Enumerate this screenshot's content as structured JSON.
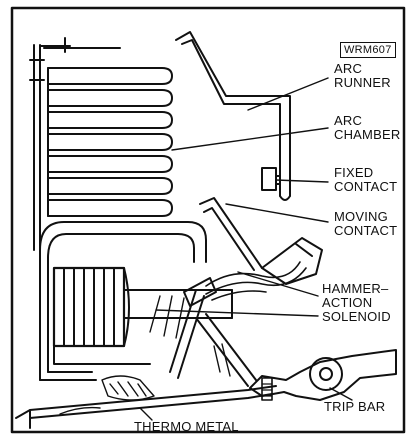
{
  "figure_code": "WRM607",
  "colors": {
    "ink": "#111111",
    "paper": "#ffffff"
  },
  "labels": {
    "arc_runner": [
      "ARC",
      "RUNNER"
    ],
    "arc_chamber": [
      "ARC",
      "CHAMBER"
    ],
    "fixed_contact": [
      "FIXED",
      "CONTACT"
    ],
    "moving_contact": [
      "MOVING",
      "CONTACT"
    ],
    "solenoid": [
      "HAMMER–",
      "ACTION",
      "SOLENOID"
    ],
    "trip_bar": "TRIP BAR",
    "thermo_metal": "THERMO METAL"
  }
}
